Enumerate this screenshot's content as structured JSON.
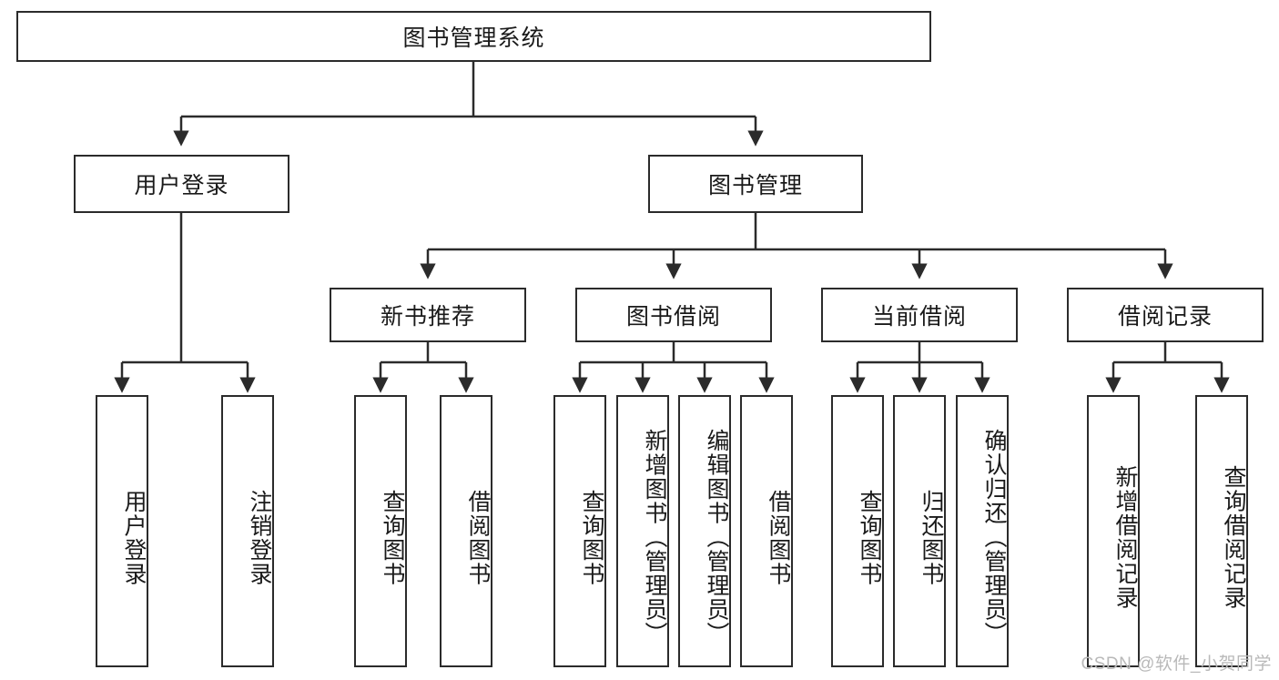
{
  "diagram": {
    "title": "图书管理系统",
    "type": "tree-hierarchy-chart",
    "root": {
      "label": "图书管理系统"
    },
    "level2": [
      {
        "label": "用户登录"
      },
      {
        "label": "图书管理"
      }
    ],
    "level3": [
      {
        "label": "新书推荐"
      },
      {
        "label": "图书借阅"
      },
      {
        "label": "当前借阅"
      },
      {
        "label": "借阅记录"
      }
    ],
    "leaves": [
      {
        "label": "用户登录"
      },
      {
        "label": "注销登录"
      },
      {
        "label": "查询图书"
      },
      {
        "label": "借阅图书"
      },
      {
        "label": "查询图书"
      },
      {
        "label": "新增图书（管理员）"
      },
      {
        "label": "编辑图书（管理员）"
      },
      {
        "label": "借阅图书"
      },
      {
        "label": "查询图书"
      },
      {
        "label": "归还图书"
      },
      {
        "label": "确认归还（管理员）"
      },
      {
        "label": "新增借阅记录"
      },
      {
        "label": "查询借阅记录"
      }
    ]
  },
  "watermark": {
    "text": "CSDN @软件_小贺同学"
  },
  "colors": {
    "stroke": "#2b2b2b",
    "fill": "#ffffff",
    "text": "#1a1a1a",
    "watermark": "#b9b9b9"
  }
}
